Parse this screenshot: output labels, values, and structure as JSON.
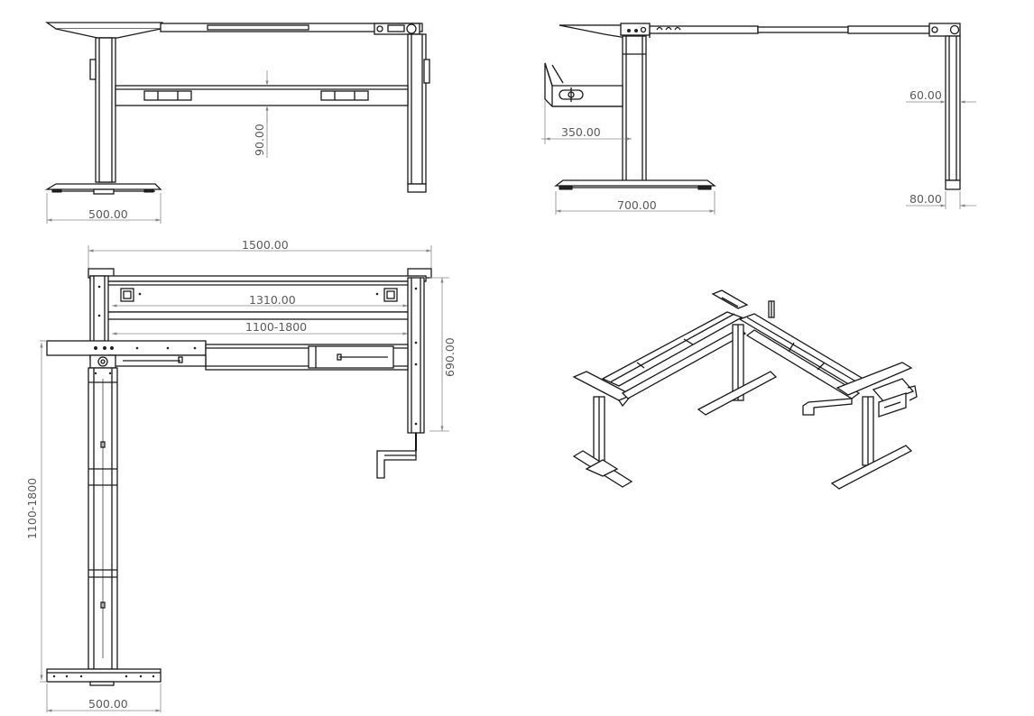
{
  "front_view": {
    "dim_height_gap": "90.00",
    "dim_foot_width": "500.00"
  },
  "side_view": {
    "dim_crank_offset": "350.00",
    "dim_leg_top": "60.00",
    "dim_leg_bottom": "80.00",
    "dim_foot_depth": "700.00"
  },
  "top_view": {
    "dim_total_width": "1500.00",
    "dim_inner_width": "1310.00",
    "dim_extend_range_h": "1100-1800",
    "dim_depth": "690.00",
    "dim_extend_range_v": "1100-1800",
    "dim_foot_width": "500.00"
  },
  "iso_view": {}
}
